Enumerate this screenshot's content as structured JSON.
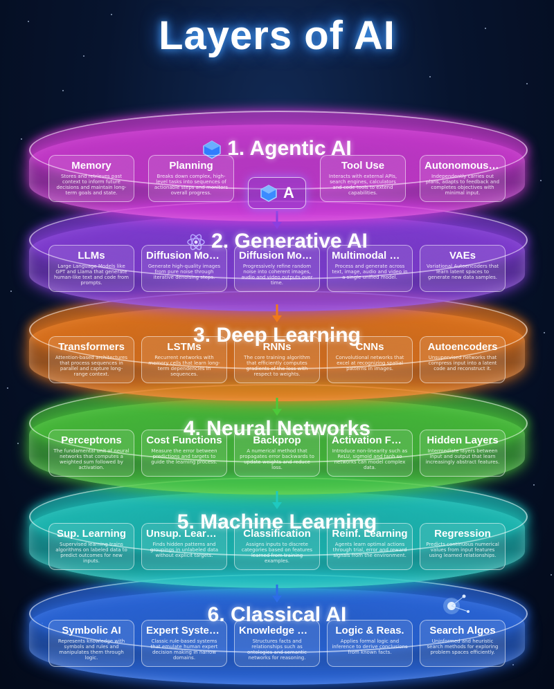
{
  "title": "Layers of AI",
  "badge_letter": "A",
  "colors": {
    "agentic": "#d63bd8",
    "generative": "#8b3fe0",
    "deep": "#f07a1a",
    "neural": "#4cc93a",
    "ml": "#1fc9c0",
    "classical": "#2d6de8",
    "background": "#07142e"
  },
  "layers": [
    {
      "title": "1. Agentic AI",
      "icon": "cube-icon",
      "cards": [
        {
          "title": "Memory",
          "desc": "Stores and retrieves past context to inform future decisions and maintain long-term goals and state."
        },
        {
          "title": "Planning",
          "desc": "Breaks down complex, high-level tasks into sequences of actionable steps and monitors overall progress."
        },
        {
          "title": "Tool Use",
          "desc": "Interacts with external APIs, search engines, calculators and code tools to extend capabilities."
        },
        {
          "title": "Autonomous Execution",
          "desc": "Independently carries out plans, adapts to feedback and completes objectives with minimal input."
        }
      ]
    },
    {
      "title": "2. Generative AI",
      "icon": "atom-icon",
      "cards": [
        {
          "title": "LLMs",
          "desc": "Large Language Models like GPT and Llama that generate human-like text and code from prompts."
        },
        {
          "title": "Diffusion Models",
          "desc": "Generate high-quality images from pure noise through iterative denoising steps."
        },
        {
          "title": "Diffusion Models",
          "desc": "Progressively refine random noise into coherent images, audio and video outputs over time."
        },
        {
          "title": "Multimodal Models",
          "desc": "Process and generate across text, image, audio and video in a single unified model."
        },
        {
          "title": "VAEs",
          "desc": "Variational Autoencoders that learn latent spaces to generate new data samples."
        }
      ]
    },
    {
      "title": "3. Deep Learning",
      "cards": [
        {
          "title": "Transformers",
          "desc": "Attention-based architectures that process sequences in parallel and capture long-range context."
        },
        {
          "title": "LSTMs",
          "desc": "Recurrent networks with memory cells that learn long-term dependencies in sequences."
        },
        {
          "title": "RNNs",
          "desc": "The core training algorithm that efficiently computes gradients of the loss with respect to weights."
        },
        {
          "title": "CNNs",
          "desc": "Convolutional networks that excel at recognizing spatial patterns in images."
        },
        {
          "title": "Autoencoders",
          "desc": "Unsupervised networks that compress input into a latent code and reconstruct it."
        }
      ]
    },
    {
      "title": "4. Neural Networks",
      "cards": [
        {
          "title": "Perceptrons",
          "desc": "The fundamental unit of neural networks that computes a weighted sum followed by activation."
        },
        {
          "title": "Cost Functions",
          "desc": "Measure the error between predictions and targets to guide the learning process."
        },
        {
          "title": "Backprop",
          "desc": "A numerical method that propagates error backwards to update weights and reduce loss."
        },
        {
          "title": "Activation Functions",
          "desc": "Introduce non-linearity such as ReLU, sigmoid and tanh so networks can model complex data."
        },
        {
          "title": "Hidden Layers",
          "desc": "Intermediate layers between input and output that learn increasingly abstract features."
        }
      ]
    },
    {
      "title": "5. Machine Learning",
      "cards": [
        {
          "title": "Sup. Learning",
          "desc": "Supervised learning trains algorithms on labeled data to predict outcomes for new inputs."
        },
        {
          "title": "Unsup. Learning",
          "desc": "Finds hidden patterns and groupings in unlabeled data without explicit targets."
        },
        {
          "title": "Classification",
          "desc": "Assigns inputs to discrete categories based on features learned from training examples."
        },
        {
          "title": "Reinf. Learning",
          "desc": "Agents learn optimal actions through trial, error and reward signals from the environment."
        },
        {
          "title": "Regression",
          "desc": "Predicts continuous numerical values from input features using learned relationships."
        }
      ]
    },
    {
      "title": "6. Classical AI",
      "cards": [
        {
          "title": "Symbolic AI",
          "desc": "Represents knowledge with symbols and rules and manipulates them through logic."
        },
        {
          "title": "Expert Systems",
          "desc": "Classic rule-based systems that emulate human expert decision making in narrow domains."
        },
        {
          "title": "Knowledge Rep.",
          "desc": "Structures facts and relationships such as ontologies and semantic networks for reasoning."
        },
        {
          "title": "Logic & Reas.",
          "desc": "Applies formal logic and inference to derive conclusions from known facts."
        },
        {
          "title": "Search Algos",
          "desc": "Uninformed and heuristic search methods for exploring problem spaces efficiently."
        }
      ]
    }
  ]
}
